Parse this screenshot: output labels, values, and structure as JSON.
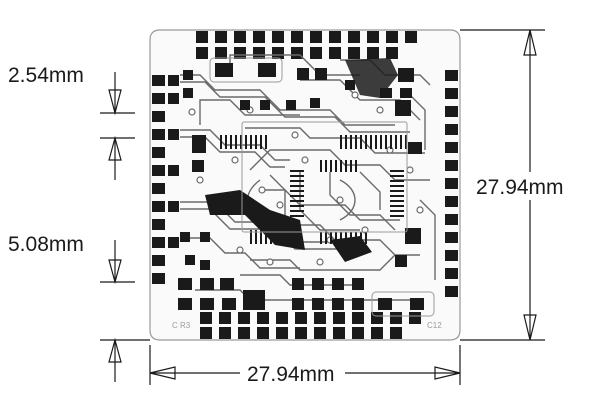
{
  "dimensions": {
    "pin_pitch": "2.54mm",
    "double_pitch": "5.08mm",
    "board_height": "27.94mm",
    "board_width": "27.94mm"
  },
  "silkscreen": {
    "left_label": "C R3",
    "right_label": "C12"
  },
  "colors": {
    "board_outline": "#999999",
    "copper": "#1a1a1a",
    "trace": "#5a5a5a",
    "dimension_line": "#1a1a1a"
  }
}
